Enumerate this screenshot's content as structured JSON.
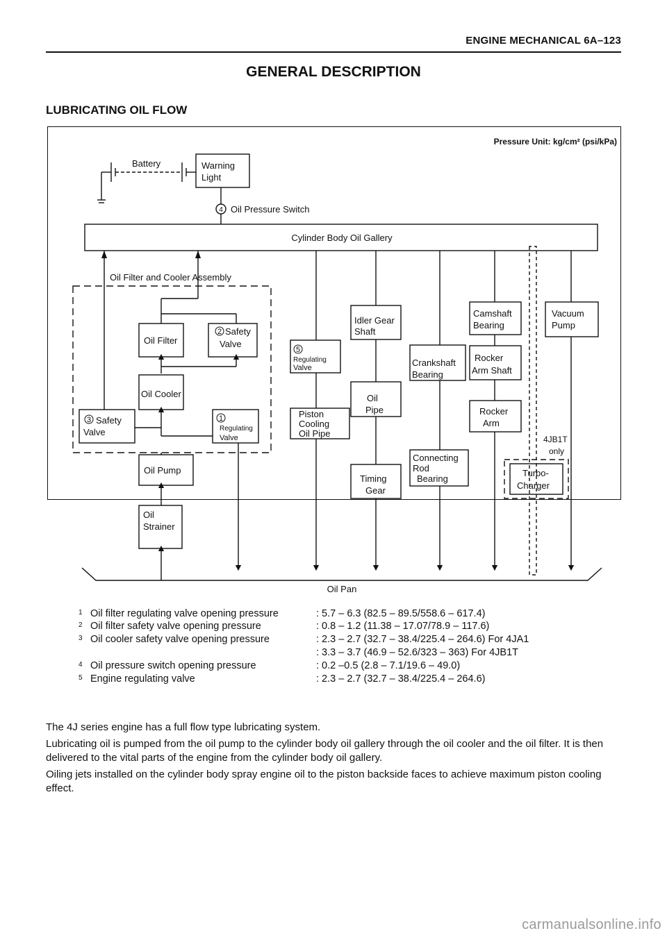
{
  "header": {
    "title": "ENGINE MECHANICAL 6A–123"
  },
  "page": {
    "main_title": "GENERAL DESCRIPTION",
    "section_title": "LUBRICATING OIL FLOW"
  },
  "diagram": {
    "pressure_unit": "Pressure Unit: kg/cm² (psi/kPa)",
    "battery": "Battery",
    "warning_light": [
      "Warning",
      "Light"
    ],
    "oil_pressure_switch_num": "4",
    "oil_pressure_switch": "Oil Pressure Switch",
    "cylinder_gallery": "Cylinder Body Oil Gallery",
    "filter_cooler_assembly": "Oil Filter and Cooler Assembly",
    "oil_filter": "Oil Filter",
    "safety_valve_2_num": "2",
    "safety_valve_2": [
      "Safety",
      "Valve"
    ],
    "oil_cooler": "Oil Cooler",
    "safety_valve_3_num": "3",
    "safety_valve_3": [
      "Safety",
      "Valve"
    ],
    "regulating_valve_1_num": "1",
    "regulating_valve_1": [
      "Regulating",
      "Valve"
    ],
    "oil_pump": "Oil Pump",
    "oil_strainer": [
      "Oil",
      "Strainer"
    ],
    "regulating_valve_5_num": "5",
    "regulating_valve_5": [
      "Regulating",
      "Valve"
    ],
    "piston_cooling": [
      "Piston",
      "Cooling",
      "Oil Pipe"
    ],
    "idler_gear": [
      "Idler Gear",
      "Shaft"
    ],
    "oil_pipe": [
      "Oil",
      "Pipe"
    ],
    "timing_gear": [
      "Timing",
      "Gear"
    ],
    "crankshaft_bearing": [
      "Crankshaft",
      "Bearing"
    ],
    "connecting_rod": [
      "Connecting",
      "Rod",
      "Bearing"
    ],
    "camshaft_bearing": [
      "Camshaft",
      "Bearing"
    ],
    "rocker_arm_shaft": [
      "Rocker",
      "Arm Shaft"
    ],
    "rocker_arm": [
      "Rocker",
      "Arm"
    ],
    "vacuum_pump": [
      "Vacuum",
      "Pump"
    ],
    "turbo_note": [
      "4JB1T",
      "only"
    ],
    "turbo_charger": [
      "Turbo-",
      "Charger"
    ],
    "oil_pan": "Oil Pan"
  },
  "specs": [
    {
      "num": "1",
      "label": "Oil filter regulating valve opening pressure",
      "value": ": 5.7 – 6.3 (82.5 – 89.5/558.6 – 617.4)"
    },
    {
      "num": "2",
      "label": "Oil filter safety valve opening pressure",
      "value": ": 0.8 – 1.2 (11.38 – 17.07/78.9 – 117.6)"
    },
    {
      "num": "3",
      "label": "Oil cooler safety valve opening pressure",
      "value": ": 2.3 – 2.7 (32.7 – 38.4/225.4 – 264.6) For 4JA1"
    },
    {
      "num": "",
      "label": "",
      "value": ": 3.3 – 3.7 (46.9 – 52.6/323 – 363) For 4JB1T"
    },
    {
      "num": "4",
      "label": "Oil pressure switch opening pressure",
      "value": ": 0.2 –0.5 (2.8 – 7.1/19.6 – 49.0)"
    },
    {
      "num": "5",
      "label": "Engine regulating valve",
      "value": ": 2.3 – 2.7 (32.7 – 38.4/225.4 – 264.6)"
    }
  ],
  "paragraphs": [
    "The 4J series engine has a full flow type lubricating system.",
    "Lubricating oil is pumped from the oil pump to the cylinder body oil gallery through the oil cooler and the oil filter. It is then delivered to the vital parts of the engine from the cylinder body oil gallery.",
    "Oiling jets installed on the cylinder body spray engine oil to the piston backside faces to achieve maximum piston cooling effect."
  ],
  "watermark": "carmanualsonline.info"
}
